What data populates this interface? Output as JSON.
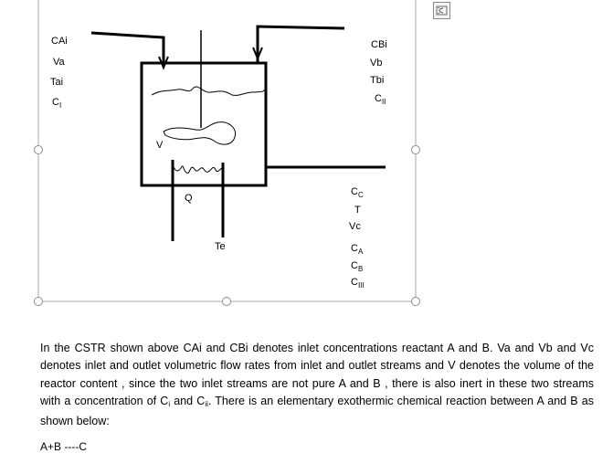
{
  "diagram": {
    "inlet_a_labels": [
      "CAi",
      "Va",
      "Tai",
      "C"
    ],
    "inlet_a_sub": "I",
    "inlet_b_labels": [
      "CBi",
      "Vb",
      "Tbi",
      "C"
    ],
    "inlet_b_sub": "II",
    "reactor_label": "V",
    "heater_label": "Q",
    "coolant_temp_label": "Te",
    "outlet_labels": [
      "C",
      "T",
      "Vc"
    ],
    "outlet_sub": "C",
    "outlet_species": [
      {
        "base": "C",
        "sub": "A"
      },
      {
        "base": "C",
        "sub": "B"
      },
      {
        "base": "C",
        "sub": "III"
      }
    ]
  },
  "document": {
    "p1": "In the CSTR shown above CAi and CBi denotes inlet concentrations reactant A and B.  Va and Vb  and Vc denotes inlet and outlet volumetric flow rates from inlet and outlet streams and V denotes the volume of the reactor content  , since the two inlet streams are not pure A and B , there is also inert in these two streams with a concentration of C",
    "p1_sub1": "i",
    "p1_mid": "  and C",
    "p1_sub2": "ii",
    "p1_end": ".  There is an elementary exothermic chemical reaction between A and B as shown below:",
    "reaction": "A+B ----C"
  }
}
